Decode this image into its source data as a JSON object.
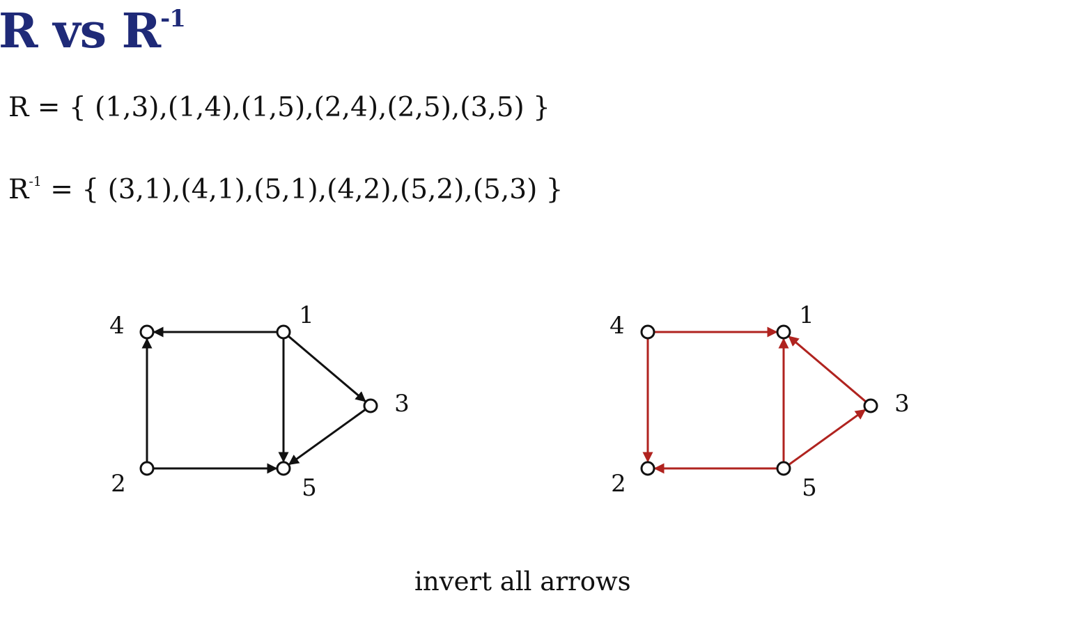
{
  "title": {
    "base": "R vs R",
    "sup": "-1"
  },
  "relations": {
    "r": {
      "label": "R",
      "sup": "",
      "set": " = { (1,3),(1,4),(1,5),(2,4),(2,5),(3,5) }"
    },
    "r_inverse": {
      "label": "R",
      "sup": "-1",
      "set": " = { (3,1),(4,1),(5,1),(4,2),(5,2),(5,3) }"
    }
  },
  "graphs": {
    "original": {
      "color": "#111111",
      "nodes": [
        "1",
        "2",
        "3",
        "4",
        "5"
      ],
      "edges": [
        [
          "1",
          "3"
        ],
        [
          "1",
          "4"
        ],
        [
          "1",
          "5"
        ],
        [
          "2",
          "4"
        ],
        [
          "2",
          "5"
        ],
        [
          "3",
          "5"
        ]
      ]
    },
    "inverse": {
      "color": "#b0231f",
      "nodes": [
        "1",
        "2",
        "3",
        "4",
        "5"
      ],
      "edges": [
        [
          "3",
          "1"
        ],
        [
          "4",
          "1"
        ],
        [
          "5",
          "1"
        ],
        [
          "4",
          "2"
        ],
        [
          "5",
          "2"
        ],
        [
          "5",
          "3"
        ]
      ]
    }
  },
  "caption": "invert all arrows"
}
